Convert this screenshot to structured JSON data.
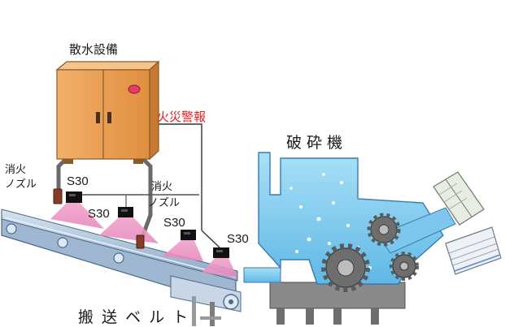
{
  "labels": {
    "sprinkler_equipment": "散水設備",
    "fire_alarm": "火災警報",
    "crusher": "破砕機",
    "nozzle_left_line1": "消火",
    "nozzle_left_line2": "ノズル",
    "nozzle_mid_line1": "消火",
    "nozzle_mid_line2": "ノズル",
    "sensor_1": "S30",
    "sensor_2": "S30",
    "sensor_3": "S30",
    "sensor_4": "S30",
    "conveyor": "搬 送 ベ ル ト"
  },
  "colors": {
    "cabinet": "#f0a85a",
    "cabinet_edge": "#8a5a28",
    "alarm_text": "#e02020",
    "detection_beam": "#e583b8",
    "crusher_water": "#8fd3f2",
    "conveyor_belt": "#b9cbe0",
    "machine_base": "#7d7d7d",
    "gear": "#6e6e6e"
  },
  "icons": [
    "cabinet-icon",
    "sensor-icon",
    "nozzle-icon",
    "gear-icon",
    "refrigerator-icon",
    "air-conditioner-icon"
  ]
}
